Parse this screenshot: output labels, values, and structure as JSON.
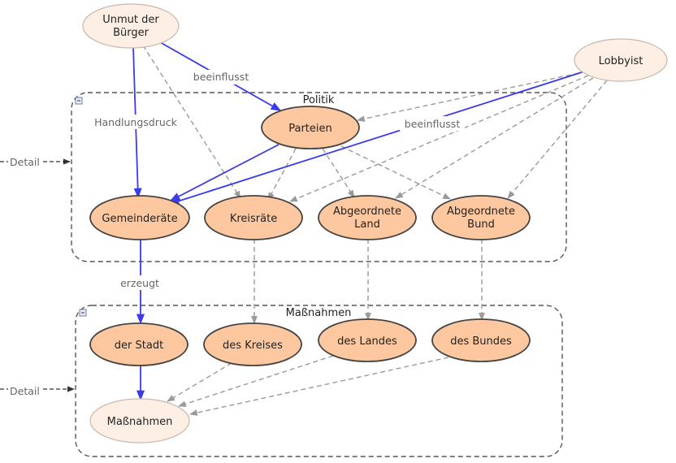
{
  "groups": {
    "politik": "Politik",
    "massnahmen": "Maßnahmen"
  },
  "nodes": {
    "unmut_line1": "Unmut der",
    "unmut_line2": "Bürger",
    "lobbyist": "Lobbyist",
    "parteien": "Parteien",
    "gemeinderaete": "Gemeinderäte",
    "kreisraete": "Kreisräte",
    "abg_land_line1": "Abgeordnete",
    "abg_land_line2": "Land",
    "abg_bund_line1": "Abgeordnete",
    "abg_bund_line2": "Bund",
    "der_stadt": "der Stadt",
    "des_kreises": "des Kreises",
    "des_landes": "des Landes",
    "des_bundes": "des Bundes",
    "massnahmen": "Maßnahmen"
  },
  "edge_labels": {
    "beeinflusst_1": "beeinflusst",
    "beeinflusst_2": "beeinflusst",
    "handlungsdruck": "Handlungsdruck",
    "erzeugt": "erzeugt"
  },
  "external": {
    "detail_top": "Detail",
    "detail_bottom": "Detail"
  },
  "colors": {
    "node_fill": "#fdc8a0",
    "node_fill_light": "#fdefe4",
    "solid_edge": "#3a3aee",
    "dashed_edge": "#9a9a9a",
    "group_border": "#555555"
  }
}
